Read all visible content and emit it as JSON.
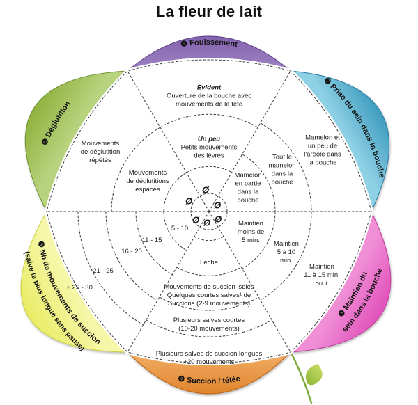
{
  "title": "La fleur de lait",
  "zero_symbol": "Ø",
  "petals": {
    "fouissement": {
      "label": "❶ Fouissement",
      "color": "#7a57a8"
    },
    "prise": {
      "label": "❷ Prise du sein dans la bouche",
      "color": "#3e9cbf"
    },
    "maintien": {
      "label_line1": "❸ Maintien du",
      "label_line2": "sein dans la bouche",
      "color": "#e254bc"
    },
    "succion": {
      "label": "❹ Succion / tétée",
      "color": "#dd8026"
    },
    "nb_mouvements": {
      "label_line1": "❺ Nb de mouvements de succion",
      "label_line2": "(salve la plus longue sans pause)",
      "color": "#e9ec66"
    },
    "deglutition": {
      "label": "❻ Déglutition",
      "color": "#8fb23e"
    }
  },
  "rings": {
    "evident_head": "Évident",
    "evident_body": "Ouverture de la bouche avec\nmouvements de la tête",
    "unpeu_head": "Un peu",
    "unpeu_body": "Petits mouvements\ndes lèvres",
    "deglutition_repetes": "Mouvements\nde déglutition\nrépétés",
    "deglutition_espaces": "Mouvements\nde déglutitions\nespacés",
    "areole": "Mamelon et\nun peu de\nl'aréole dans\nla bouche",
    "tout_mamelon": "Tout le\nmamelon\ndans la\nbouche",
    "mamelon_partie": "Mamelon\nen partie\ndans la\nbouche",
    "maintien_moins_5": "Maintien\nmoins de\n5 min.",
    "maintien_5_10": "Maintien\n5 à 10\nmin.",
    "maintien_11_15": "Maintien\n11 à 15 min.\nou +",
    "leche": "Lèche",
    "succion_isoles": "Mouvements de succion isolés\nQuelques courtes salves¹ de\nSuccions (2-9 mouvements)",
    "salves_courtes": "Plusieurs salves courtes\n(10-20 mouvements)",
    "salves_longues": "Plusieurs salves de succion longues\n+20 mouvements",
    "n_5_10": "5 - 10",
    "n_11_15": "11 - 15",
    "n_16_20": "16 - 20",
    "n_21_25": "21 - 25",
    "n_25_30": "+ 25 - 30"
  }
}
